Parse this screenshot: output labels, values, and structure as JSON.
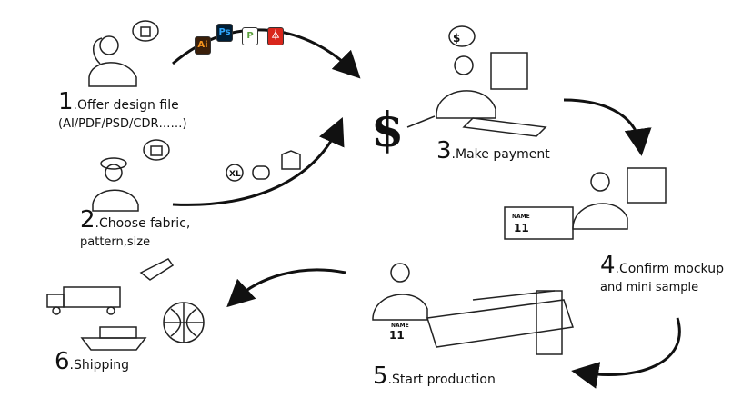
{
  "steps": [
    {
      "num": "1",
      "label": ".Offer design file",
      "sub": "(AI/PDF/PSD/CDR……)"
    },
    {
      "num": "2",
      "label": ".Choose fabric,",
      "sub": "pattern,size"
    },
    {
      "num": "3",
      "label": ".Make payment",
      "sub": ""
    },
    {
      "num": "4",
      "label": ".Confirm mockup",
      "sub": "and mini sample"
    },
    {
      "num": "5",
      "label": ".Start production",
      "sub": ""
    },
    {
      "num": "6",
      "label": ".Shipping",
      "sub": ""
    }
  ],
  "file_icons": [
    "Ai",
    "Ps",
    "P"
  ],
  "dollar_symbol": "$",
  "bubble_dollar": "$",
  "size_tag": "XL",
  "shirt_name": "NAME",
  "shirt_number": "11",
  "colors": {
    "ai_orange": "#f7941d",
    "ai_bg": "#3a1f0a",
    "ps_blue": "#31a8ff",
    "ps_bg": "#001e36",
    "green": "#5aa03c",
    "pdf_red": "#d9261c"
  }
}
